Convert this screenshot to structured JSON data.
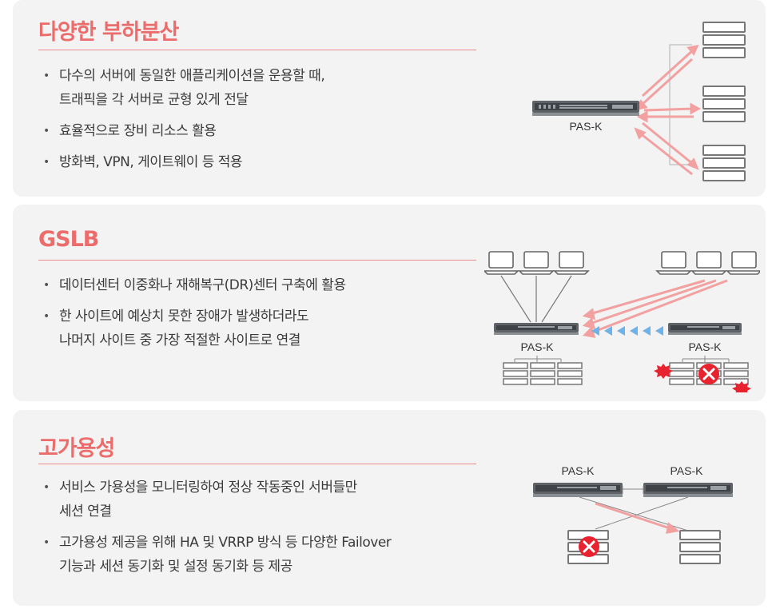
{
  "sections": [
    {
      "title": "다양한 부하분산",
      "bullets": [
        [
          "다수의 서버에 동일한 애플리케이션을 운용할 때,",
          "트래픽을 각 서버로 균형 있게 전달"
        ],
        [
          "효율적으로 장비 리소스 활용"
        ],
        [
          "방화벽, VPN, 게이트웨이 등 적용"
        ]
      ],
      "device_labels": [
        "PAS-K"
      ]
    },
    {
      "title": "GSLB",
      "bullets": [
        [
          "데이터센터 이중화나 재해복구(DR)센터 구축에 활용"
        ],
        [
          "한 사이트에 예상치 못한 장애가 발생하더라도",
          "나머지 사이트 중 가장 적절한 사이트로 연결"
        ]
      ],
      "device_labels": [
        "PAS-K",
        "PAS-K"
      ]
    },
    {
      "title": "고가용성",
      "bullets": [
        [
          "서비스 가용성을 모니터링하여 정상 작동중인 서버들만",
          "세션 연결"
        ],
        [
          "고가용성 제공을 위해 HA 및 VRRP 방식 등 다양한 Failover",
          "기능과 세션 동기화 및 설정 동기화 등 제공"
        ]
      ],
      "device_labels": [
        "PAS-K",
        "PAS-K"
      ]
    }
  ],
  "colors": {
    "accent": "#ec6b6b",
    "arrow": "#f2a0a0",
    "card_bg": "#f3f3f3",
    "blue_arrow": "#6fb2e8",
    "error": "#e8232f"
  }
}
